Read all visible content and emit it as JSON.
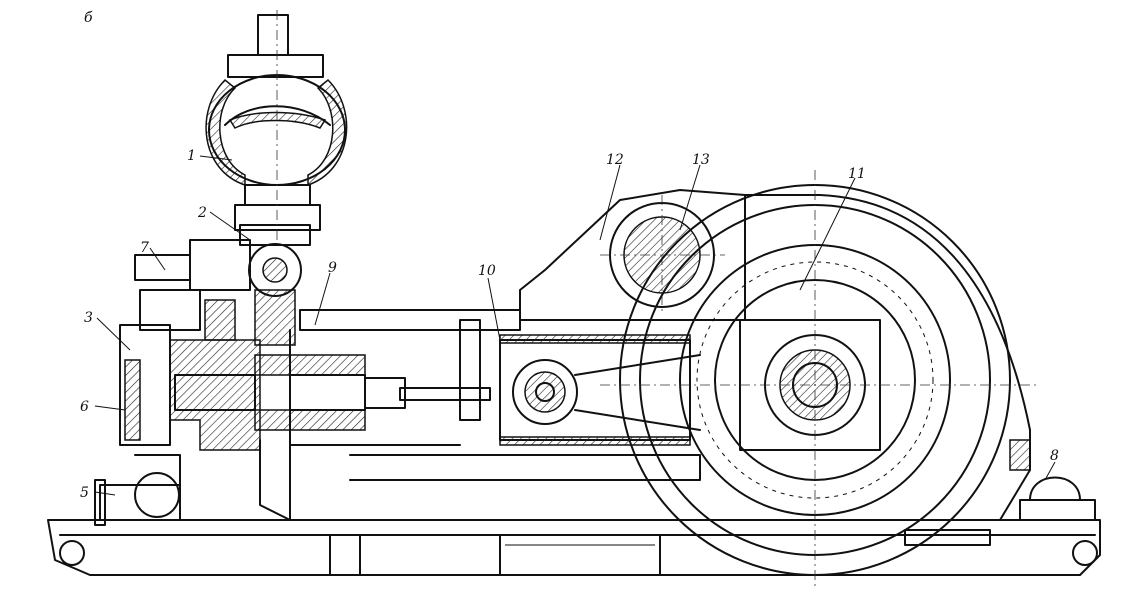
{
  "figure": {
    "panel_letter": "б",
    "callouts": [
      {
        "id": "c1",
        "text": "1"
      },
      {
        "id": "c2",
        "text": "2"
      },
      {
        "id": "c3",
        "text": "3"
      },
      {
        "id": "c5",
        "text": "5"
      },
      {
        "id": "c6",
        "text": "6"
      },
      {
        "id": "c7",
        "text": "7"
      },
      {
        "id": "c8",
        "text": "8"
      },
      {
        "id": "c9",
        "text": "9"
      },
      {
        "id": "c10",
        "text": "10"
      },
      {
        "id": "c11",
        "text": "11"
      },
      {
        "id": "c12",
        "text": "12"
      },
      {
        "id": "c13",
        "text": "13"
      }
    ]
  }
}
